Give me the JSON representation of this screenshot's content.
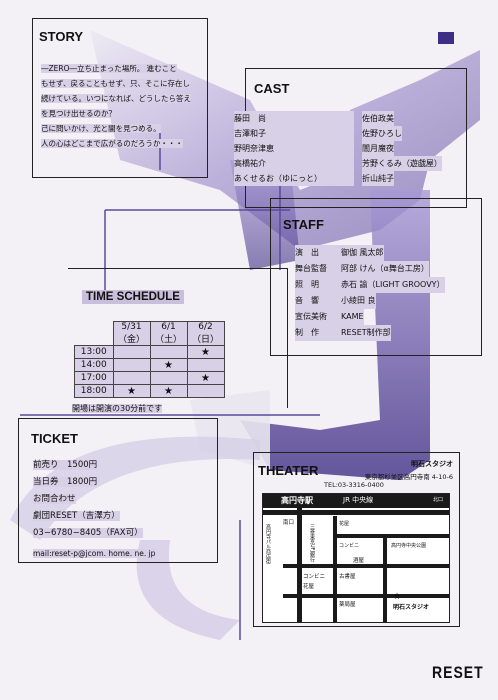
{
  "story": {
    "title": "STORY",
    "lines": [
      "―ZERO―立ち止まった場所。 進むこと",
      "もせず、戻ることもせず、只、そこに存在し",
      "続けている。いつになれば、どうしたら答え",
      "を見つけ出せるのか？",
      "己に問いかけ、光と闇を見つめる。",
      "人の心はどこまで広がるのだろうか・・・"
    ]
  },
  "cast": {
    "title": "CAST",
    "rows": [
      [
        "藤田　尚",
        "佐伯政美"
      ],
      [
        "吉澤和子",
        "佐野ひろし"
      ],
      [
        "野明奈津恵",
        "闇月魔夜"
      ],
      [
        "高橋祐介",
        "芳野くるみ（遊戯屋）"
      ],
      [
        "あくせるお（ゆにっと）",
        "折山純子"
      ]
    ]
  },
  "staff": {
    "title": "STAFF",
    "rows": [
      [
        "演　出",
        "御伽 風太郎"
      ],
      [
        "舞台監督",
        "阿部 けん（α舞台工房）"
      ],
      [
        "照　明",
        "赤石 諭（LIGHT GROOVY）"
      ],
      [
        "音　響",
        "小綾田 良"
      ],
      [
        "宣伝美術",
        "KAME"
      ],
      [
        "制　作",
        "RESET制作部"
      ]
    ]
  },
  "schedule": {
    "title": "TIME SCHEDULE",
    "dates": [
      "5/31（金）",
      "6/1（土）",
      "6/2（日）"
    ],
    "rows": [
      {
        "time": "13:00",
        "marks": [
          "",
          "",
          "★"
        ]
      },
      {
        "time": "14:00",
        "marks": [
          "",
          "★",
          ""
        ]
      },
      {
        "time": "17:00",
        "marks": [
          "",
          "",
          "★"
        ]
      },
      {
        "time": "18:00",
        "marks": [
          "★",
          "★",
          ""
        ]
      }
    ],
    "note": "開場は開演の30分前です"
  },
  "ticket": {
    "title": "TICKET",
    "advance": "前売り　1500円",
    "door": "当日券　1800円",
    "contact_label": "お問合わせ",
    "company": "劇団RESET（吉澤方）",
    "phone": "03−6780−8405（FAX可）",
    "mail": "mail:reset-p@jcom. home. ne. jp"
  },
  "theater": {
    "title": "THEATER",
    "name": "明石スタジオ",
    "address": "東京都杉並区高円寺南 4-10-6",
    "tel": "TEL:03-3316-0400",
    "map": {
      "station": "高円寺駅",
      "line": "JR 中央線",
      "north_gate": "北口",
      "south_gate": "南口",
      "street": "高円寺パル商店街",
      "bank": "三菱東京UFJ銀行",
      "park": "高円寺中央公園",
      "convenience": "コンビニ",
      "flower": "花屋",
      "bookstore": "古書屋",
      "convenience2": "コンビニ",
      "flower2": "花屋",
      "liquor": "酒屋",
      "pharmacy": "薬局屋",
      "studio": "明石スタジオ"
    }
  },
  "logo": "RESET",
  "colors": {
    "accent": "#5a4a9a",
    "light": "#c8bfdc"
  }
}
